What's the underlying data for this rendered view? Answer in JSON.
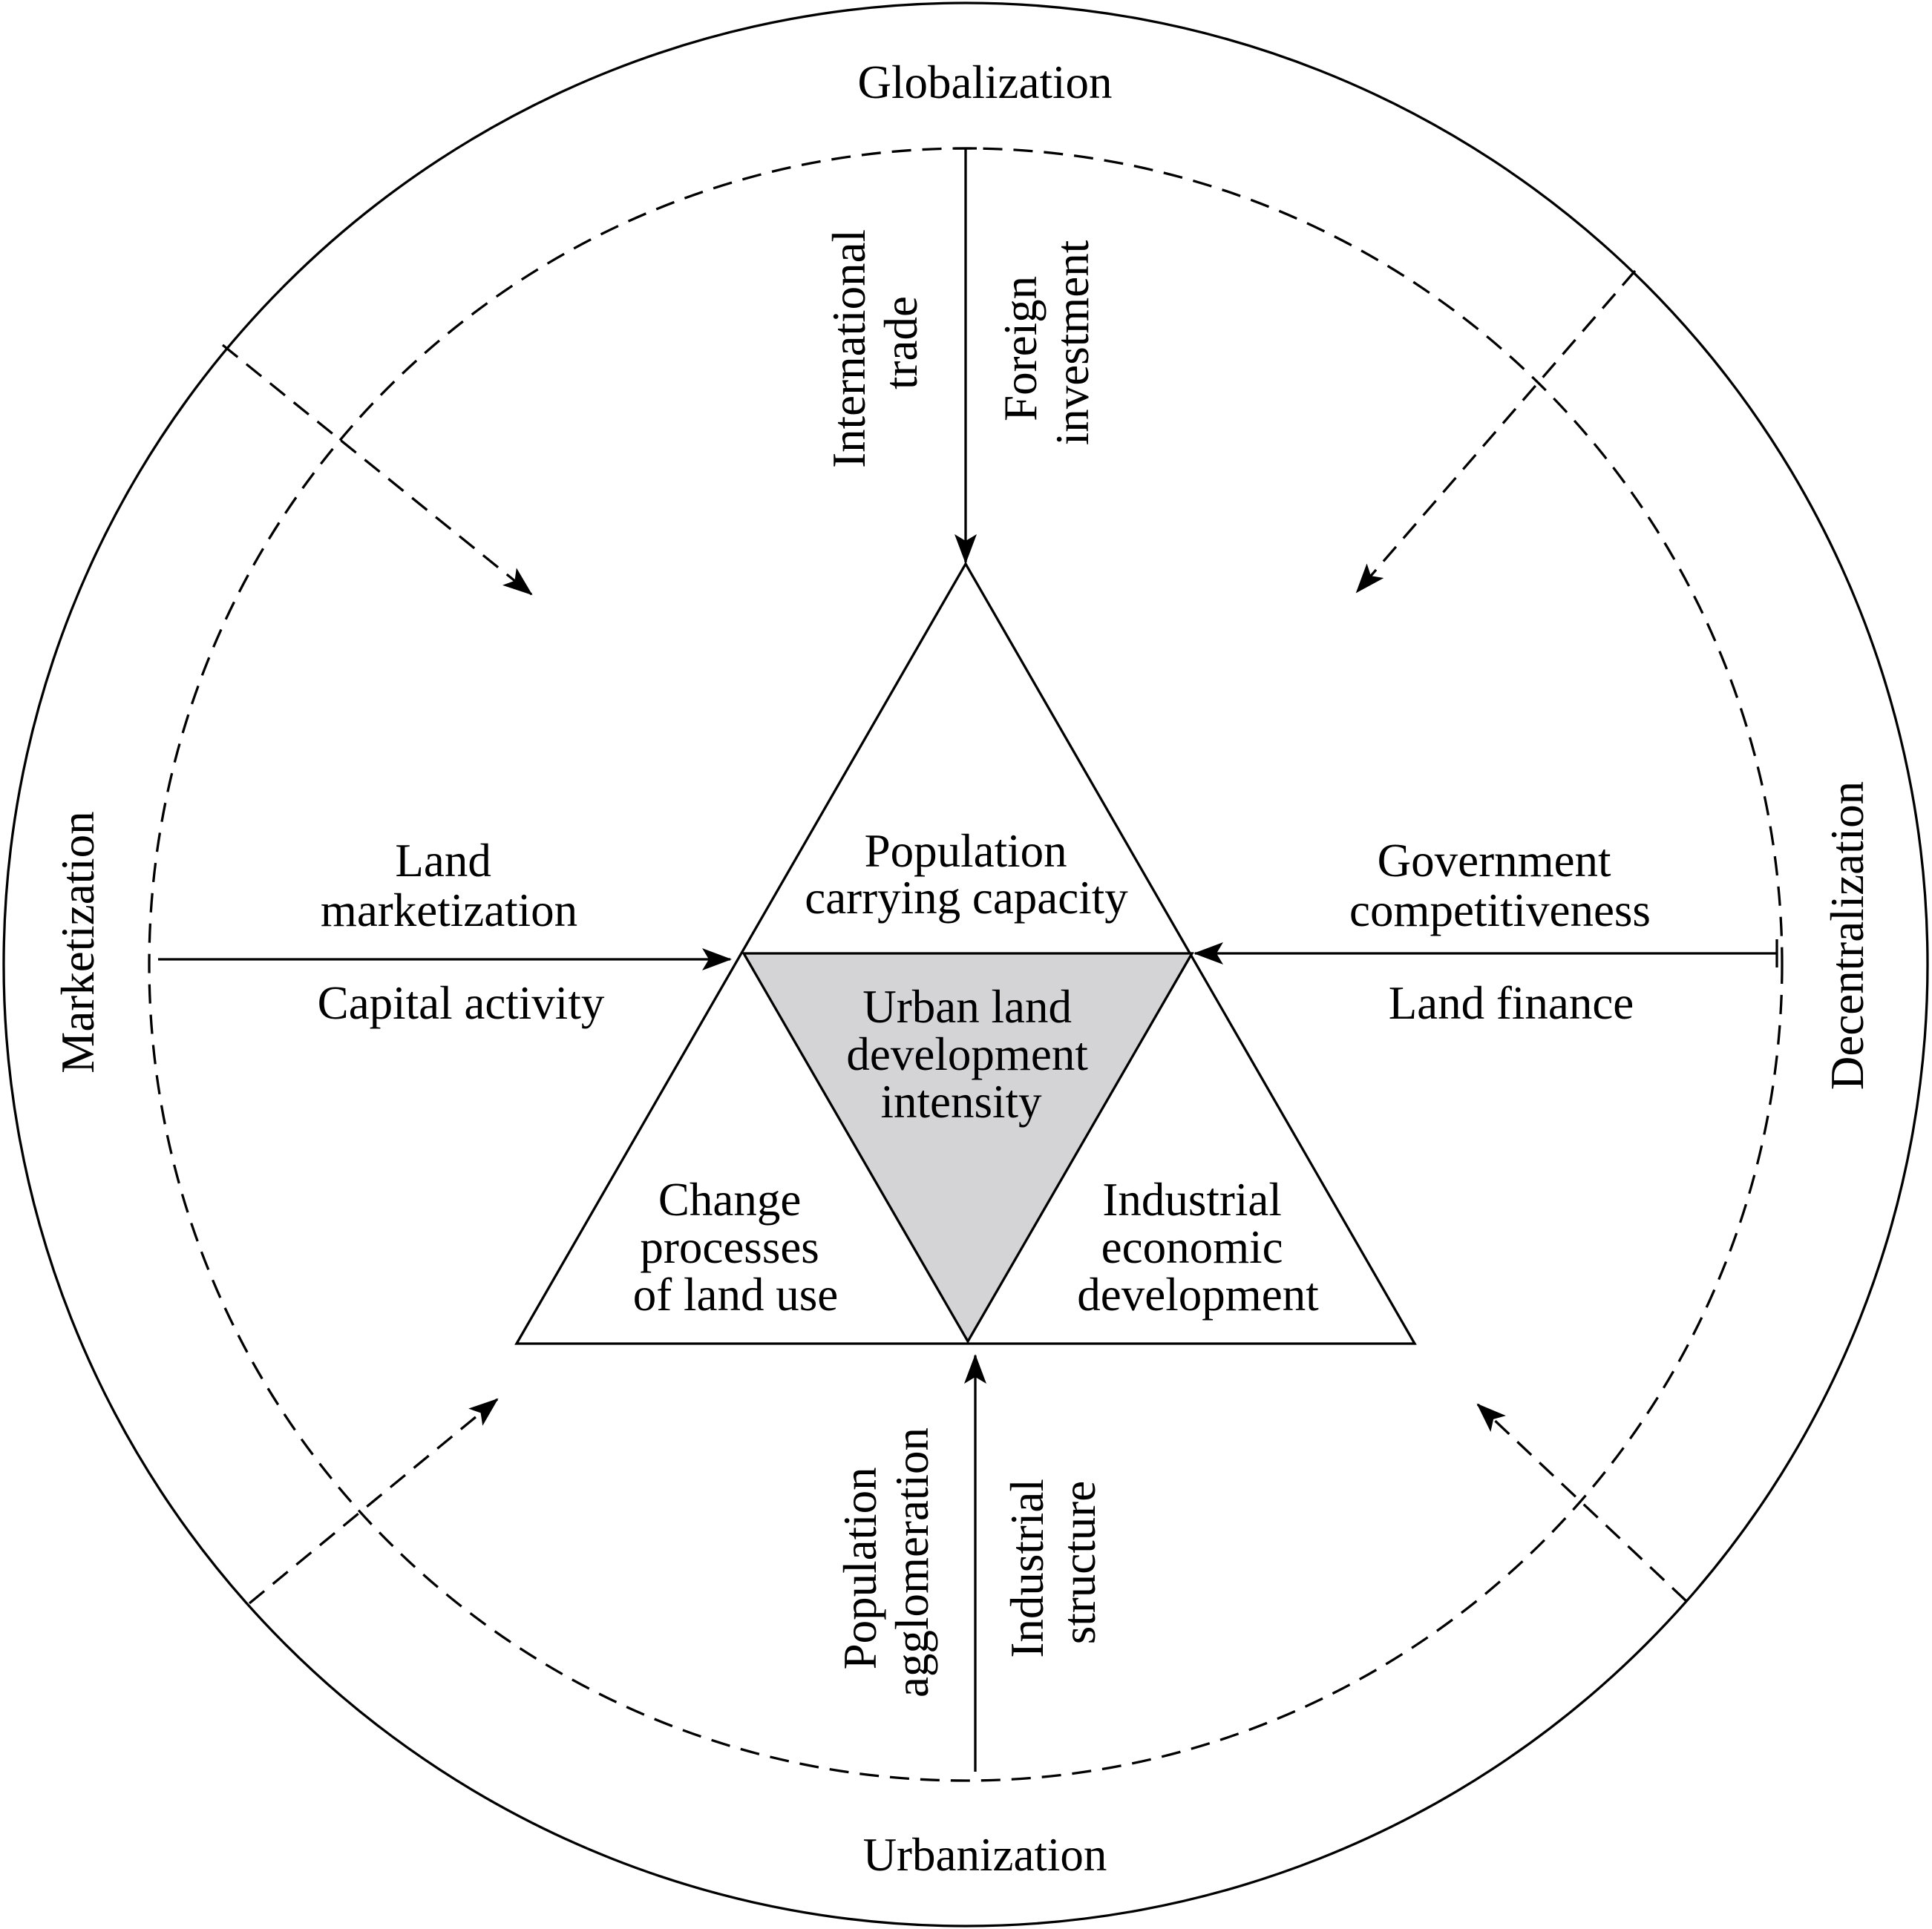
{
  "outer_forces": {
    "top": "Globalization",
    "bottom": "Urbanization",
    "left": "Marketization",
    "right": "Decentralization"
  },
  "top_drivers": {
    "left": [
      "International",
      "trade"
    ],
    "right": [
      "Foreign",
      "investment"
    ]
  },
  "bottom_drivers": {
    "left": [
      "Population",
      "agglomeration"
    ],
    "right": [
      "Industrial",
      "structure"
    ]
  },
  "left_drivers": {
    "above": [
      "Land",
      "marketization"
    ],
    "below": "Capital activity"
  },
  "right_drivers": {
    "above": [
      "Government",
      "competitiveness"
    ],
    "below": "Land finance"
  },
  "triangle": {
    "top": [
      "Population",
      "carrying capacity"
    ],
    "center": [
      "Urban land",
      "development",
      "intensity"
    ],
    "bottom_left": [
      "Change",
      "processes",
      "of land use"
    ],
    "bottom_right": [
      "Industrial",
      "economic",
      "development"
    ],
    "center_fill": "#d4d3d6"
  }
}
